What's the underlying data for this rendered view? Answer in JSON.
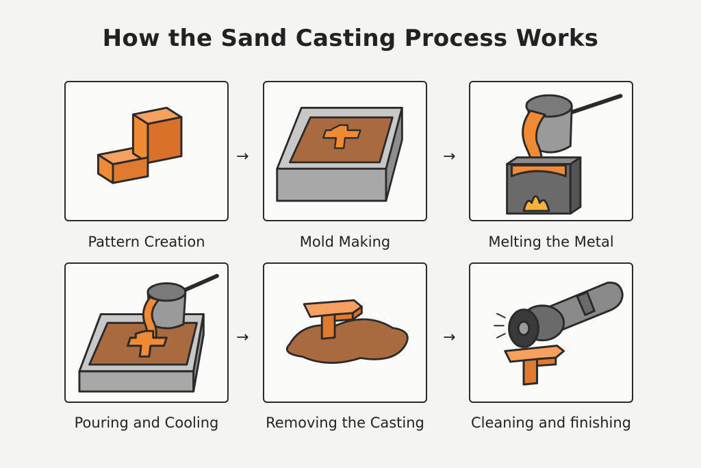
{
  "title": "How the Sand Casting Process Works",
  "steps": [
    {
      "label": "Pattern Creation",
      "icon": "pattern-block-icon"
    },
    {
      "label": "Mold Making",
      "icon": "sand-mold-icon"
    },
    {
      "label": "Melting the Metal",
      "icon": "furnace-ladle-icon"
    },
    {
      "label": "Pouring and Cooling",
      "icon": "pouring-ladle-icon"
    },
    {
      "label": "Removing the Casting",
      "icon": "casting-in-sand-icon"
    },
    {
      "label": "Cleaning and finishing",
      "icon": "grinder-icon"
    }
  ],
  "arrow_glyph": "→",
  "colors": {
    "metal": "#f08a35",
    "sand": "#a86a3e",
    "steel": "#9a9a9a",
    "outline": "#2a2a2a"
  }
}
